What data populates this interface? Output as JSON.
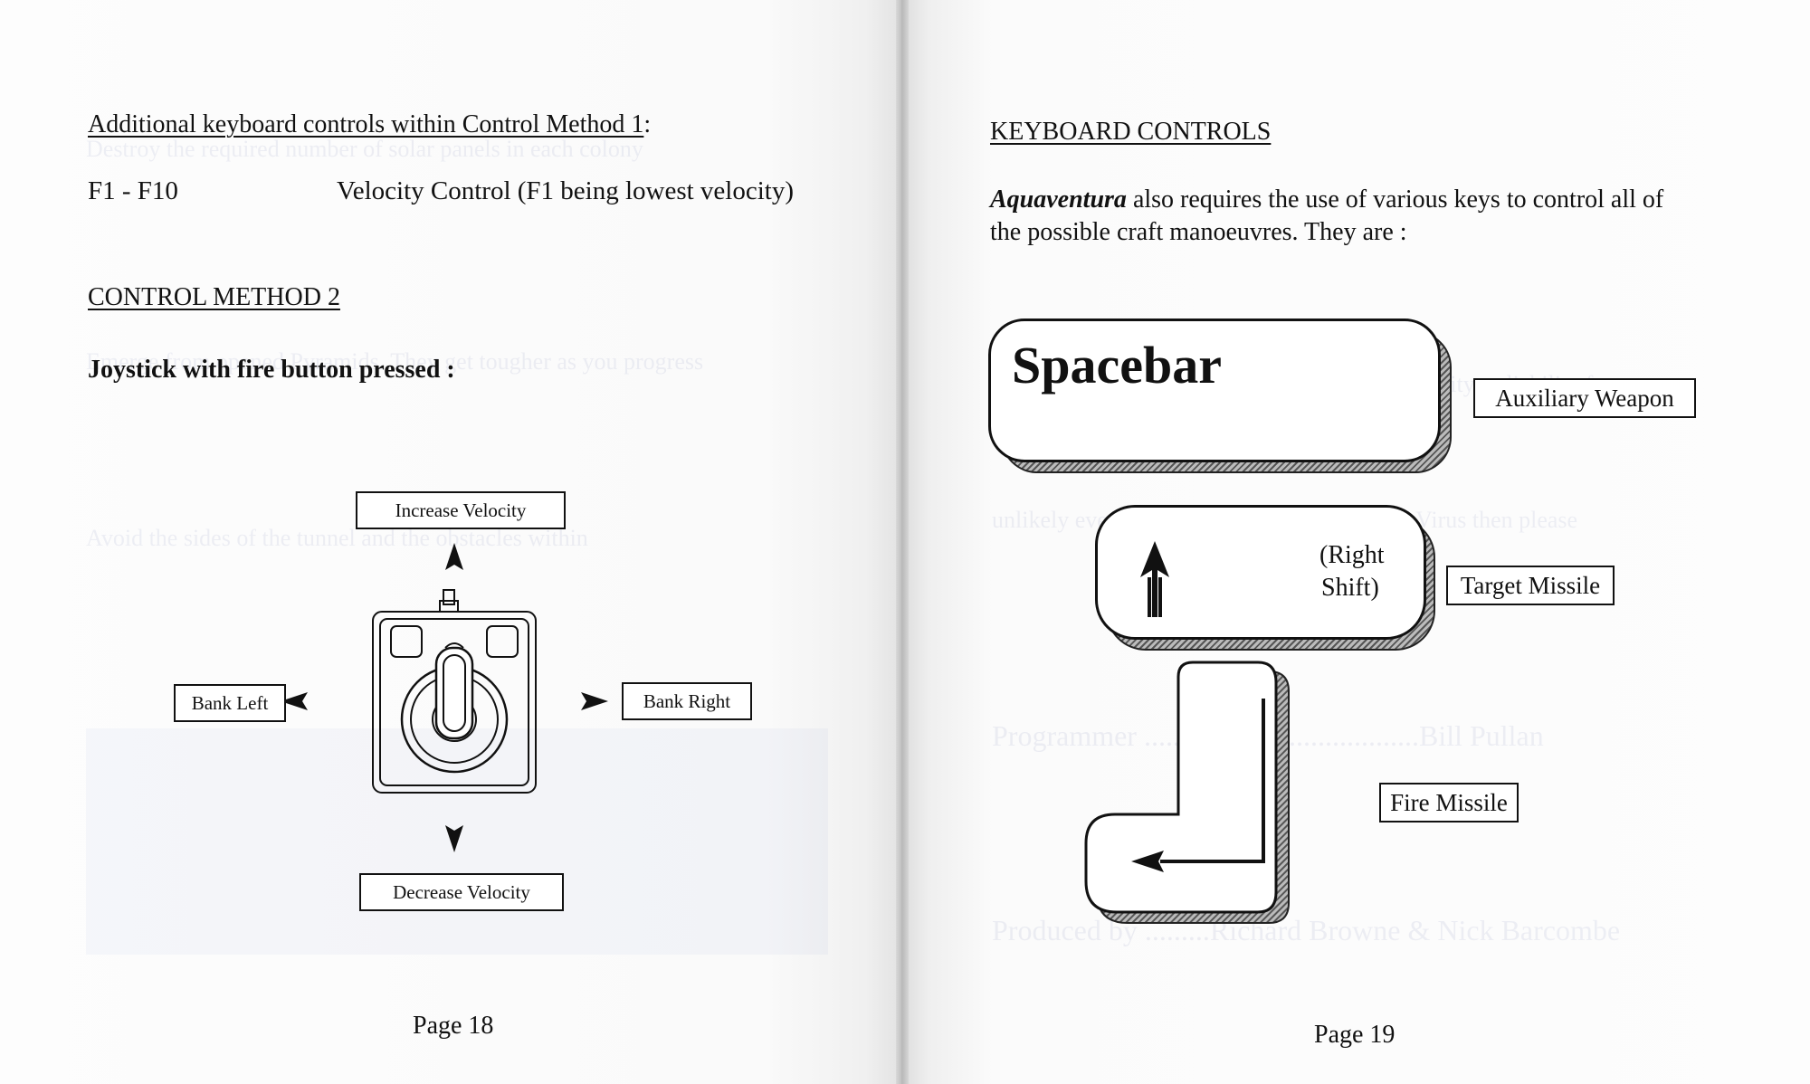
{
  "left_page": {
    "heading": "Additional keyboard controls within Control Method 1",
    "heading_colon": ":",
    "f_keys": "F1 - F10",
    "f_desc": "Velocity Control (F1 being lowest velocity)",
    "section_title": "CONTROL METHOD 2",
    "joystick_heading": "Joystick with fire button pressed :",
    "labels": {
      "increase": "Increase Velocity",
      "decrease": "Decrease Velocity",
      "bank_left": "Bank Left",
      "bank_right": "Bank Right"
    },
    "page_number": "Page 18"
  },
  "right_page": {
    "title": "KEYBOARD CONTROLS",
    "intro_game": "Aquaventura",
    "intro_line1": " also requires the use of various keys to control all of",
    "intro_line2": "the possible craft manoeuvres. They are :",
    "spacebar_label": "Spacebar",
    "right_shift_line1": "(Right",
    "right_shift_line2": "Shift)",
    "auxiliary": "Auxiliary Weapon",
    "target": "Target Missile",
    "fire": "Fire Missile",
    "page_number": "Page 19"
  }
}
